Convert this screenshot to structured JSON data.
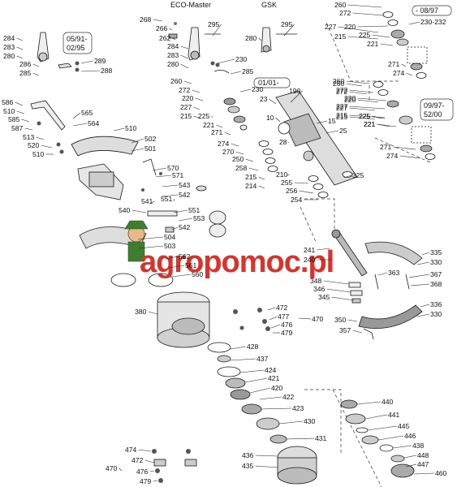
{
  "headers": {
    "eco_master": "ECO-Master",
    "gsk": "GSK",
    "range_a": "05/91-\n02/95",
    "range_b": "- 08/97",
    "range_c": "01/01-",
    "range_d": "09/97-\n52/00"
  },
  "watermark": {
    "text": "agropomoc.pl",
    "color": "#d8332c"
  },
  "part_labels": [
    {
      "id": "l1",
      "text": "268"
    },
    {
      "id": "l2",
      "text": "266"
    },
    {
      "id": "l3",
      "text": "262"
    },
    {
      "id": "l4",
      "text": "295"
    },
    {
      "id": "l5",
      "text": "284"
    },
    {
      "id": "l6",
      "text": "283"
    },
    {
      "id": "l7",
      "text": "280"
    },
    {
      "id": "l8",
      "text": "230"
    },
    {
      "id": "l9",
      "text": "284"
    },
    {
      "id": "l10",
      "text": "283"
    },
    {
      "id": "l11",
      "text": "280"
    },
    {
      "id": "l12",
      "text": "286"
    },
    {
      "id": "l13",
      "text": "285"
    },
    {
      "id": "l14",
      "text": "289"
    },
    {
      "id": "l15",
      "text": "288"
    },
    {
      "id": "l16",
      "text": "295"
    },
    {
      "id": "l17",
      "text": "280"
    },
    {
      "id": "l18",
      "text": "285"
    },
    {
      "id": "l19",
      "text": "260"
    },
    {
      "id": "l20",
      "text": "272"
    },
    {
      "id": "l21",
      "text": "220"
    },
    {
      "id": "l22",
      "text": "227"
    },
    {
      "id": "l23",
      "text": "215"
    },
    {
      "id": "l24",
      "text": "225"
    },
    {
      "id": "l25",
      "text": "221"
    },
    {
      "id": "l26",
      "text": "271"
    },
    {
      "id": "l27",
      "text": "230"
    },
    {
      "id": "l28",
      "text": "190"
    },
    {
      "id": "l29",
      "text": "23"
    },
    {
      "id": "l30",
      "text": "10"
    },
    {
      "id": "l31",
      "text": "15"
    },
    {
      "id": "l32",
      "text": "25"
    },
    {
      "id": "l33",
      "text": "28"
    },
    {
      "id": "l34",
      "text": "274"
    },
    {
      "id": "l35",
      "text": "270"
    },
    {
      "id": "l36",
      "text": "250"
    },
    {
      "id": "l37",
      "text": "258"
    },
    {
      "id": "l38",
      "text": "215"
    },
    {
      "id": "l39",
      "text": "214"
    },
    {
      "id": "l40",
      "text": "210"
    },
    {
      "id": "l41",
      "text": "255"
    },
    {
      "id": "l42",
      "text": "256"
    },
    {
      "id": "l43",
      "text": "254"
    },
    {
      "id": "l44",
      "text": "325"
    },
    {
      "id": "l45",
      "text": "260"
    },
    {
      "id": "l46",
      "text": "272"
    },
    {
      "id": "l47",
      "text": "220"
    },
    {
      "id": "l48",
      "text": "227"
    },
    {
      "id": "l49",
      "text": "215"
    },
    {
      "id": "l50",
      "text": "225"
    },
    {
      "id": "l51",
      "text": "221"
    },
    {
      "id": "l52",
      "text": "230-232"
    },
    {
      "id": "l53",
      "text": "260"
    },
    {
      "id": "l54",
      "text": "272"
    },
    {
      "id": "l55",
      "text": "227"
    },
    {
      "id": "l56",
      "text": "215"
    },
    {
      "id": "l57",
      "text": "220"
    },
    {
      "id": "l58",
      "text": "225"
    },
    {
      "id": "l59",
      "text": "221"
    },
    {
      "id": "l60",
      "text": "271"
    },
    {
      "id": "l61",
      "text": "274"
    },
    {
      "id": "l62",
      "text": "260"
    },
    {
      "id": "l63",
      "text": "272"
    },
    {
      "id": "l64",
      "text": "227"
    },
    {
      "id": "l65",
      "text": "215"
    },
    {
      "id": "l66",
      "text": "220"
    },
    {
      "id": "l67",
      "text": "225"
    },
    {
      "id": "l68",
      "text": "221"
    },
    {
      "id": "l69",
      "text": "271"
    },
    {
      "id": "l70",
      "text": "274"
    },
    {
      "id": "l71",
      "text": "586"
    },
    {
      "id": "l72",
      "text": "510"
    },
    {
      "id": "l73",
      "text": "585"
    },
    {
      "id": "l74",
      "text": "587"
    },
    {
      "id": "l75",
      "text": "513"
    },
    {
      "id": "l76",
      "text": "520"
    },
    {
      "id": "l77",
      "text": "510"
    },
    {
      "id": "l78",
      "text": "565"
    },
    {
      "id": "l79",
      "text": "564"
    },
    {
      "id": "l80",
      "text": "510"
    },
    {
      "id": "l81",
      "text": "502"
    },
    {
      "id": "l82",
      "text": "501"
    },
    {
      "id": "l83",
      "text": "570"
    },
    {
      "id": "l84",
      "text": "571"
    },
    {
      "id": "l85",
      "text": "543"
    },
    {
      "id": "l86",
      "text": "542"
    },
    {
      "id": "l87",
      "text": "541"
    },
    {
      "id": "l88",
      "text": "551"
    },
    {
      "id": "l89",
      "text": "540"
    },
    {
      "id": "l90",
      "text": "551"
    },
    {
      "id": "l91",
      "text": "553"
    },
    {
      "id": "l92",
      "text": "542"
    },
    {
      "id": "l93",
      "text": "504"
    },
    {
      "id": "l94",
      "text": "503"
    },
    {
      "id": "l95",
      "text": "562"
    },
    {
      "id": "l96",
      "text": "561"
    },
    {
      "id": "l97",
      "text": "560"
    },
    {
      "id": "l98",
      "text": "241"
    },
    {
      "id": "l99",
      "text": "240"
    },
    {
      "id": "l100",
      "text": "335"
    },
    {
      "id": "l101",
      "text": "330"
    },
    {
      "id": "l102",
      "text": "363"
    },
    {
      "id": "l103",
      "text": "367"
    },
    {
      "id": "l104",
      "text": "368"
    },
    {
      "id": "l105",
      "text": "348"
    },
    {
      "id": "l106",
      "text": "346"
    },
    {
      "id": "l107",
      "text": "345"
    },
    {
      "id": "l108",
      "text": "336"
    },
    {
      "id": "l109",
      "text": "330"
    },
    {
      "id": "l110",
      "text": "350"
    },
    {
      "id": "l111",
      "text": "357"
    },
    {
      "id": "l112",
      "text": "380"
    },
    {
      "id": "l113",
      "text": "472"
    },
    {
      "id": "l114",
      "text": "477"
    },
    {
      "id": "l115",
      "text": "476"
    },
    {
      "id": "l116",
      "text": "479"
    },
    {
      "id": "l117",
      "text": "470"
    },
    {
      "id": "l118",
      "text": "428"
    },
    {
      "id": "l119",
      "text": "437"
    },
    {
      "id": "l120",
      "text": "424"
    },
    {
      "id": "l121",
      "text": "421"
    },
    {
      "id": "l122",
      "text": "420"
    },
    {
      "id": "l123",
      "text": "422"
    },
    {
      "id": "l124",
      "text": "423"
    },
    {
      "id": "l125",
      "text": "430"
    },
    {
      "id": "l126",
      "text": "431"
    },
    {
      "id": "l127",
      "text": "436"
    },
    {
      "id": "l128",
      "text": "435"
    },
    {
      "id": "l129",
      "text": "440"
    },
    {
      "id": "l130",
      "text": "441"
    },
    {
      "id": "l131",
      "text": "445"
    },
    {
      "id": "l132",
      "text": "446"
    },
    {
      "id": "l133",
      "text": "438"
    },
    {
      "id": "l134",
      "text": "448"
    },
    {
      "id": "l135",
      "text": "447"
    },
    {
      "id": "l136",
      "text": "460"
    },
    {
      "id": "l137",
      "text": "474"
    },
    {
      "id": "l138",
      "text": "472"
    },
    {
      "id": "l139",
      "text": "476"
    },
    {
      "id": "l140",
      "text": "479"
    },
    {
      "id": "l141",
      "text": "470"
    }
  ]
}
